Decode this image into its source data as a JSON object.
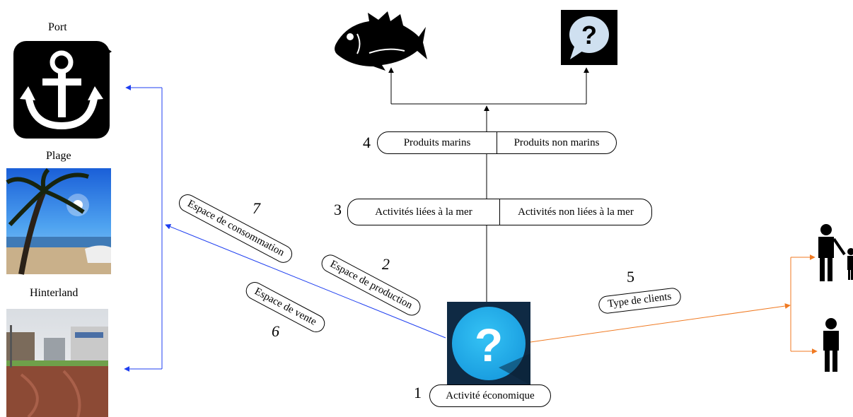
{
  "places": {
    "port": "Port",
    "plage": "Plage",
    "hinterland": "Hinterland"
  },
  "center": {
    "number": "1",
    "label": "Activité économique"
  },
  "step2": {
    "number": "2",
    "label": "Espace de production"
  },
  "step3": {
    "number": "3",
    "left": "Activités liées à la mer",
    "right": "Activités non liées à la mer"
  },
  "step4": {
    "number": "4",
    "left": "Produits marins",
    "right": "Produits non marins"
  },
  "step5": {
    "number": "5",
    "label": "Type de clients"
  },
  "step6": {
    "number": "6",
    "label": "Espace de vente"
  },
  "step7": {
    "number": "7",
    "label": "Espace de consommation"
  },
  "colors": {
    "blue_arrows": "#1f3ff0",
    "orange_arrows": "#f07a22",
    "black_arrows": "#000000"
  },
  "icons": [
    "anchor-icon",
    "beach-photo",
    "street-photo",
    "fish-icon",
    "question-bubble-icon",
    "question-circle-icon",
    "parent-child-icon",
    "adult-icon"
  ]
}
